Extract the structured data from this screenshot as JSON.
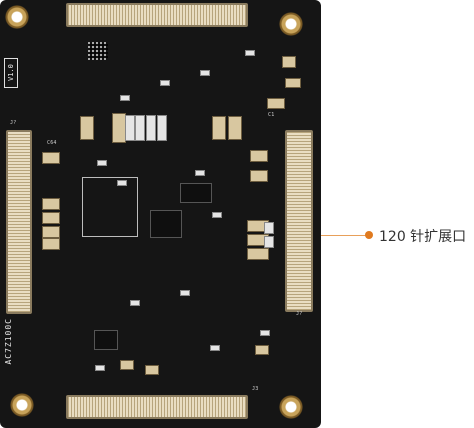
{
  "board": {
    "version_label": "V1.0",
    "model_label": "AC7Z100C",
    "silkscreen": {
      "j_left": "J?",
      "j_right": "J?",
      "j_bottom": "J3",
      "c64": "C64",
      "c1": "C1"
    }
  },
  "callout": {
    "label": "120 针扩展口"
  },
  "colors": {
    "pcb": "#151515",
    "connector": "#d9c9a6",
    "mount_hole": "#c8a35a",
    "callout_accent": "#e07a1f"
  }
}
